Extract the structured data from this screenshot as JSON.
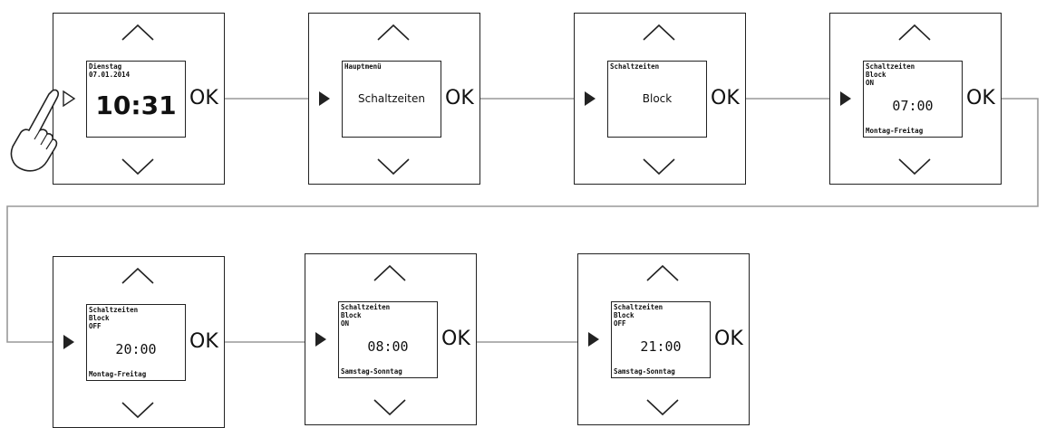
{
  "ok_label": "OK",
  "screens": [
    {
      "kind": "clock",
      "line1": "Dienstag",
      "line2": "07.01.2014",
      "time": "10:31"
    },
    {
      "kind": "menu",
      "line1": "Hauptmenü",
      "center": "Schaltzeiten"
    },
    {
      "kind": "menu",
      "line1": "Schaltzeiten",
      "center": "Block"
    },
    {
      "kind": "time",
      "line1": "Schaltzeiten",
      "line2": "Block",
      "line3": "ON",
      "time": "07:00",
      "foot": "Montag-Freitag"
    },
    {
      "kind": "time",
      "line1": "Schaltzeiten",
      "line2": "Block",
      "line3": "OFF",
      "time": "20:00",
      "foot": "Montag-Freitag"
    },
    {
      "kind": "time",
      "line1": "Schaltzeiten",
      "line2": "Block",
      "line3": "ON",
      "time": "08:00",
      "foot": "Samstag-Sonntag"
    },
    {
      "kind": "time",
      "line1": "Schaltzeiten",
      "line2": "Block",
      "line3": "OFF",
      "time": "21:00",
      "foot": "Samstag-Sonntag"
    }
  ],
  "first_button_style": "outline",
  "hand_icon": "pointing-hand-icon",
  "colors": {
    "line": "#222222",
    "connector": "#999999"
  }
}
